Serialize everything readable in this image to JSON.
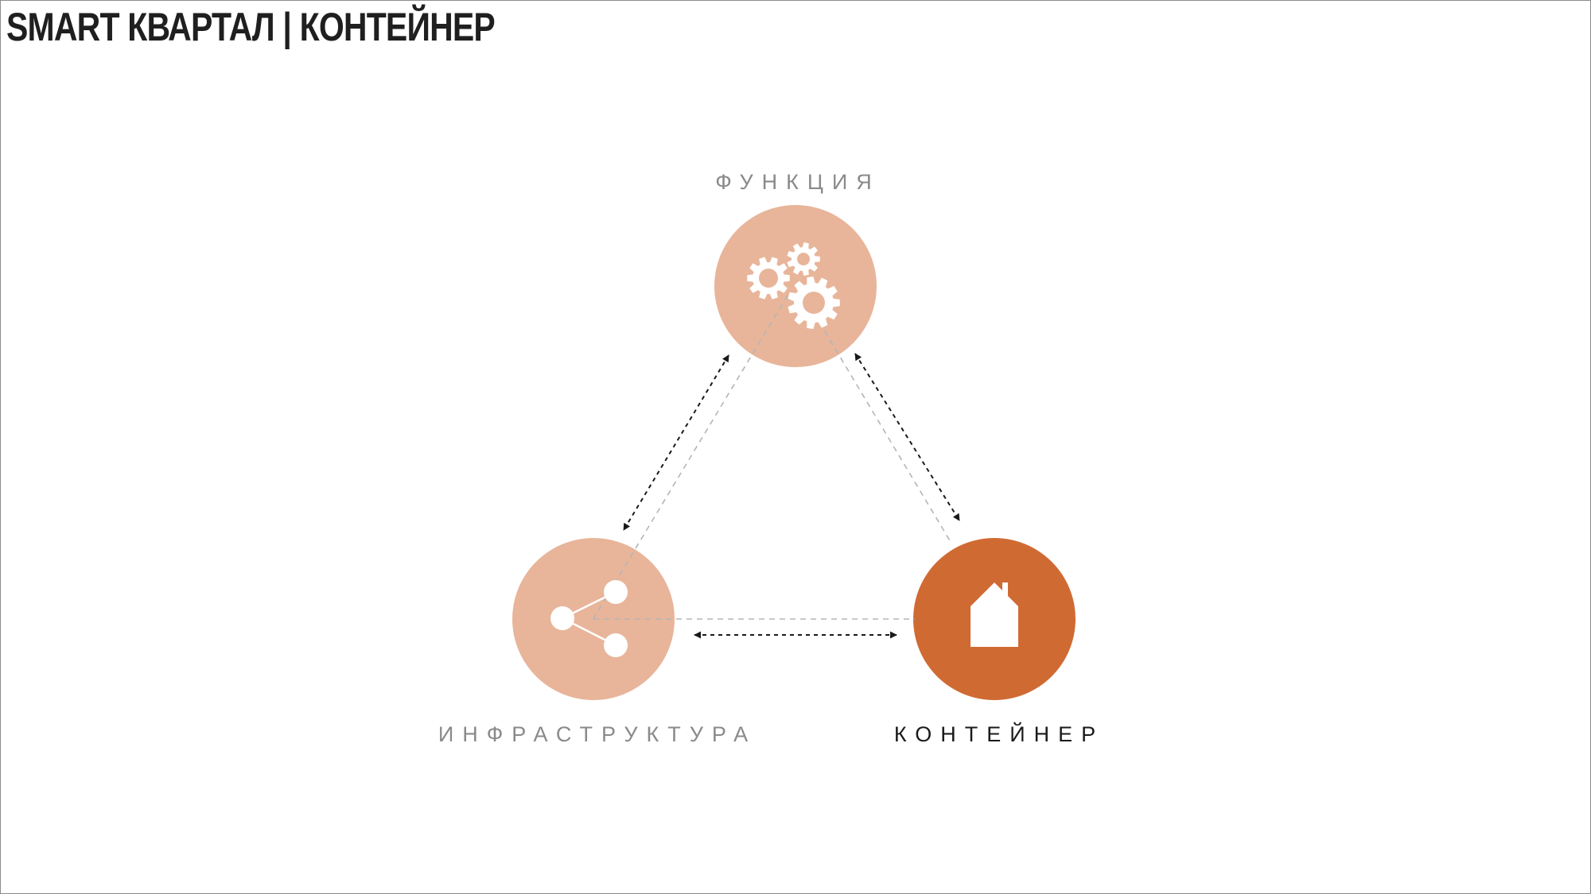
{
  "header": {
    "title": "SMART КВАРТАЛ | КОНТЕЙНЕР"
  },
  "diagram": {
    "nodes": {
      "function": {
        "label": "ФУНКЦИЯ",
        "icon": "gears-icon",
        "color": "#e8b59a"
      },
      "infrastructure": {
        "label": "ИНФРАСТРУКТУРА",
        "icon": "share-network-icon",
        "color": "#e8b59a"
      },
      "container": {
        "label": "КОНТЕЙНЕР",
        "icon": "house-icon",
        "color": "#d06a33"
      }
    },
    "colors": {
      "icon": "#ffffff",
      "connector": "#b5b5b5",
      "arrow": "#1a1a1a",
      "label_muted": "#8a8a8a",
      "label_active": "#1a1a1a"
    }
  }
}
